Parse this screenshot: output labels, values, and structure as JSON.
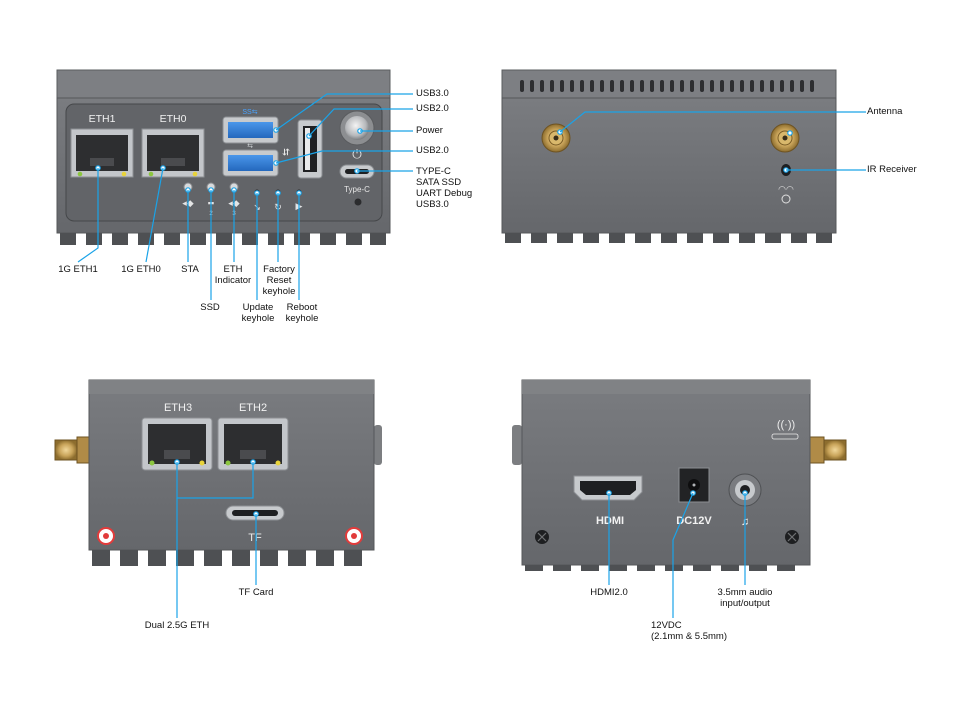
{
  "colors": {
    "device_body": "#6f7174",
    "device_edge": "#55575a",
    "device_top": "#7b7d80",
    "callout_line": "#1aa3e8",
    "usb3_blue": "#2f7fd8",
    "port_metal": "#c9ccd0",
    "led_green": "#8cc63f",
    "led_yellow": "#e8d33a",
    "antenna_gold": "#c9a45a",
    "red_button": "#e23b3b"
  },
  "views": {
    "front": {
      "port_labels": {
        "eth1": "ETH1",
        "eth0": "ETH0",
        "typec": "Type-C",
        "led_2": "2",
        "led_3": "3"
      },
      "callouts": {
        "usb30_top": "USB3.0",
        "usb20_top": "USB2.0",
        "power": "Power",
        "usb20_bottom": "USB2.0",
        "typec_group": "TYPE-C\nSATA SSD\nUART Debug\nUSB3.0",
        "eth1": "1G ETH1",
        "eth0": "1G ETH0",
        "sta": "STA",
        "ssd": "SSD",
        "eth_indicator": "ETH\nIndicator",
        "update_keyhole": "Update\nkeyhole",
        "factory_reset": "Factory\nReset\nkeyhole",
        "reboot_keyhole": "Reboot\nkeyhole"
      }
    },
    "back": {
      "callouts": {
        "antenna": "Antenna",
        "ir_receiver": "IR Receiver"
      }
    },
    "left_side": {
      "port_labels": {
        "eth3": "ETH3",
        "eth2": "ETH2",
        "tf": "TF"
      },
      "callouts": {
        "dual_eth": "Dual 2.5G ETH",
        "tf_card": "TF Card"
      }
    },
    "right_side": {
      "port_labels": {
        "hdmi": "HDMI",
        "dc": "DC12V"
      },
      "callouts": {
        "hdmi": "HDMI2.0",
        "dc": "12VDC\n(2.1mm & 5.5mm)",
        "audio": "3.5mm audio\ninput/output"
      }
    }
  }
}
